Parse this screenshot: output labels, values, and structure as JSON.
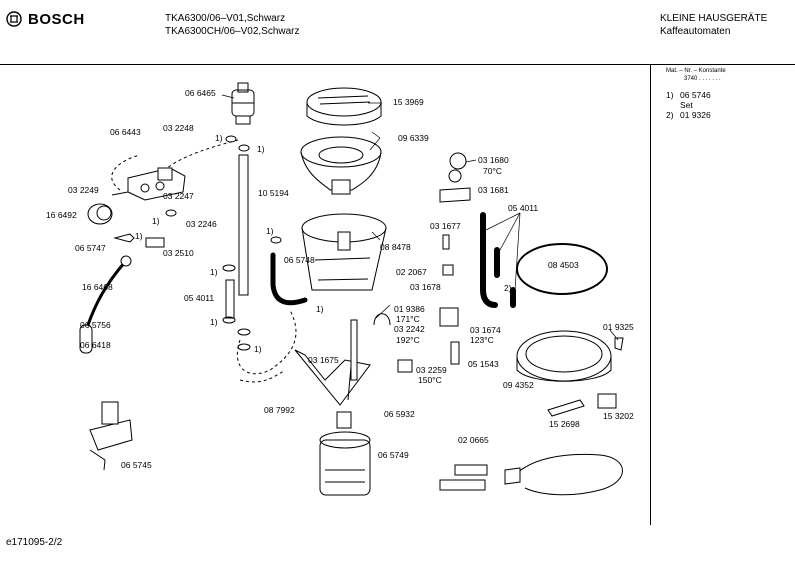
{
  "header": {
    "brand": "BOSCH",
    "model_line1": "TKA6300/06–V01,Schwarz",
    "model_line2": "TKA6300CH/06–V02,Schwarz",
    "category_line1": "KLEINE HAUSGERÄTE",
    "category_line2": "Kaffeautomaten"
  },
  "sidebar": {
    "legend_title": "Mat. – Nr. – Konstante",
    "legend_value": "3740 . . . . . . .",
    "notes": [
      {
        "key": "1)",
        "value": "06 5746"
      },
      {
        "key": "",
        "value": "Set"
      },
      {
        "key": "2)",
        "value": "01 9326"
      }
    ]
  },
  "footer": {
    "doc_id": "e171095-2/2"
  },
  "markers": {
    "one": "1)",
    "two": "2)"
  },
  "parts": {
    "p066465": "06 6465",
    "p066443": "06 6443",
    "p032248": "03 2248",
    "p032249": "03 2249",
    "p032247": "03 2247",
    "p166492": "16 6492",
    "p032246": "03 2246",
    "p065747": "06 5747",
    "p032510": "03 2510",
    "p166468": "16 6468",
    "p065756": "06 5756",
    "p066418": "06 6418",
    "p105194": "10 5194",
    "p054011a": "05 4011",
    "p065745": "06 5745",
    "p153969": "15 3969",
    "p096339": "09 6339",
    "p088478": "08 8478",
    "p065748": "06 5748",
    "p031680": "03 1680",
    "p70c": "70°C",
    "p031681": "03 1681",
    "p054011b": "05 4011",
    "p031677": "03 1677",
    "p022067": "02 2067",
    "p031678": "03 1678",
    "p084503": "08 4503",
    "p019386": "01 9386",
    "p171c": "171°C",
    "p032242": "03 2242",
    "p192c": "192°C",
    "p031674": "03 1674",
    "p123c": "123°C",
    "p019325": "01 9325",
    "p031675": "03 1675",
    "p051543": "05 1543",
    "p032259": "03 2259",
    "p150c": "150°C",
    "p094352": "09 4352",
    "p087992": "08 7992",
    "p065932": "06 5932",
    "p152698": "15 2698",
    "p153202": "15 3202",
    "p020665": "02 0665",
    "p065749": "06 5749"
  }
}
